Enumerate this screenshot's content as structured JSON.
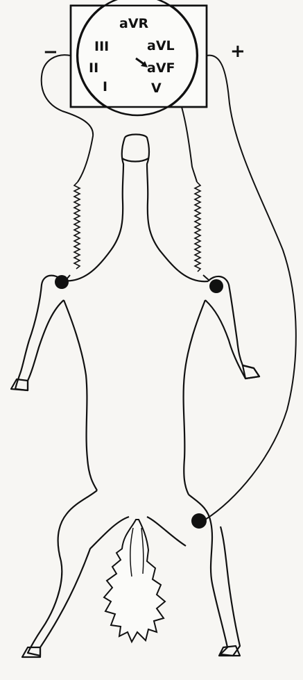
{
  "selector": {
    "positions": [
      "aVR",
      "aVL",
      "aVF",
      "V",
      "III",
      "II",
      "I"
    ]
  },
  "terminals": {
    "negative": "−",
    "positive": "+"
  },
  "colors": {
    "ink": "#111111",
    "paper": "#f7f6f3"
  }
}
